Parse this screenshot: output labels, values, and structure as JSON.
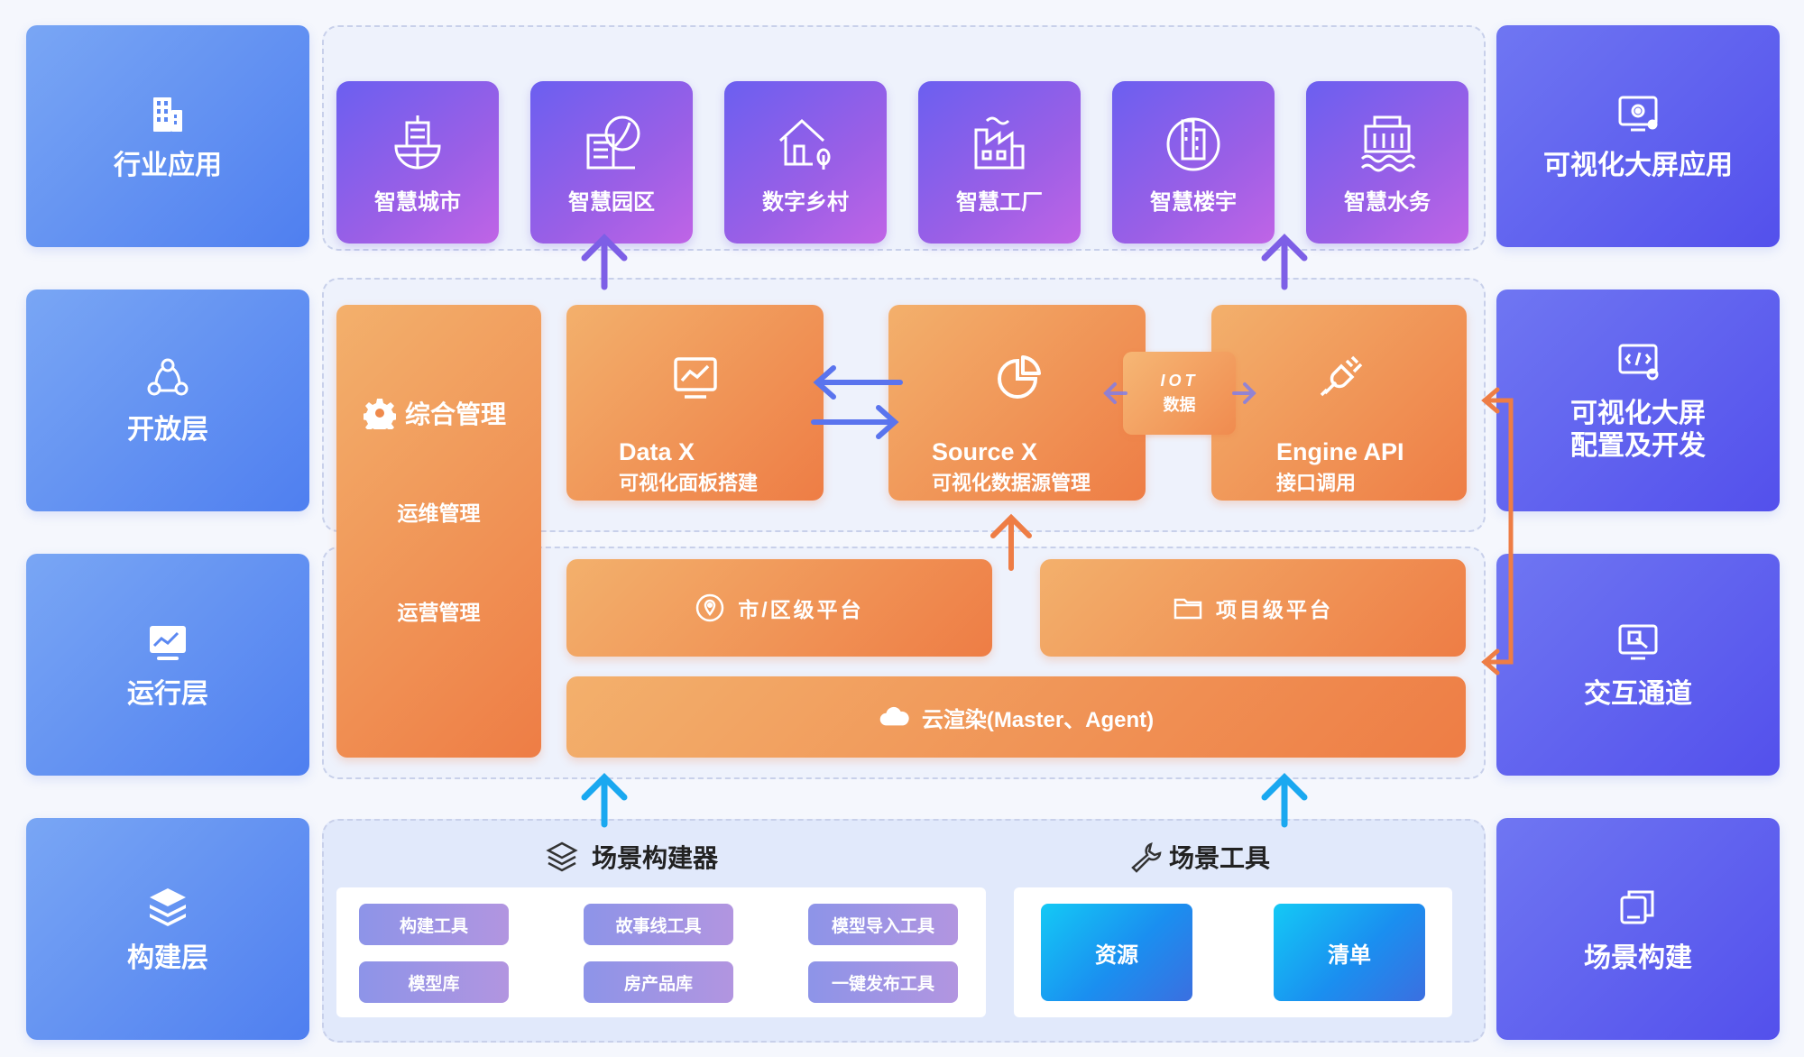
{
  "left_layers": [
    {
      "label": "行业应用",
      "icon": "buildings-icon"
    },
    {
      "label": "开放层",
      "icon": "share-nodes-icon"
    },
    {
      "label": "运行层",
      "icon": "monitor-chart-icon"
    },
    {
      "label": "构建层",
      "icon": "layers-stack-icon"
    }
  ],
  "right_layers": [
    {
      "label": "可视化大屏应用",
      "icon": "screen-settings-icon"
    },
    {
      "label": "可视化大屏\n配置及开发",
      "icon": "code-screen-icon"
    },
    {
      "label": "交互通道",
      "icon": "interactive-screen-icon"
    },
    {
      "label": "场景构建",
      "icon": "copy-windows-icon"
    }
  ],
  "industry_apps": [
    {
      "label": "智慧城市",
      "icon": "globe-city-icon"
    },
    {
      "label": "智慧园区",
      "icon": "park-building-icon"
    },
    {
      "label": "数字乡村",
      "icon": "village-house-icon"
    },
    {
      "label": "智慧工厂",
      "icon": "factory-icon"
    },
    {
      "label": "智慧楼宇",
      "icon": "tower-building-icon"
    },
    {
      "label": "智慧水务",
      "icon": "water-works-icon"
    }
  ],
  "management": {
    "title": "综合管理",
    "items": [
      "运维管理",
      "运营管理"
    ]
  },
  "modules": [
    {
      "title": "Data X",
      "subtitle": "可视化面板搭建",
      "icon": "chart-monitor-icon"
    },
    {
      "title": "Source X",
      "subtitle": "可视化数据源管理",
      "icon": "pie-chart-icon"
    },
    {
      "title": "Engine API",
      "subtitle": "接口调用",
      "icon": "plug-icon"
    }
  ],
  "iot_badge": {
    "line1": "IOT",
    "line2": "数据"
  },
  "platforms": [
    {
      "label": "市/区级平台",
      "icon": "location-pin-icon"
    },
    {
      "label": "项目级平台",
      "icon": "folder-icon"
    }
  ],
  "cloud_render": {
    "label": "云渲染(Master、Agent)",
    "icon": "cloud-icon"
  },
  "scene_builder": {
    "title": "场景构建器",
    "icon": "layers-icon",
    "tools": [
      "构建工具",
      "故事线工具",
      "模型导入工具",
      "模型库",
      "房产品库",
      "一键发布工具"
    ]
  },
  "scene_tools": {
    "title": "场景工具",
    "icon": "wrench-icon",
    "items": [
      "资源",
      "清单"
    ]
  },
  "colors": {
    "left_layer": "#5b88f2",
    "right_layer": "#5f5cee",
    "app_tile": "#8a5fe8",
    "orange": "#ef8a4c",
    "arrow_purple": "#7d5fe6",
    "arrow_blue": "#1aa8f0",
    "arrow_orange": "#ee7d45"
  }
}
